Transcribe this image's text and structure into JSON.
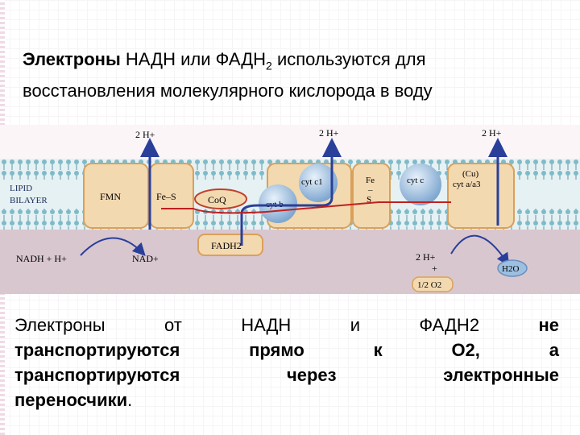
{
  "heading": {
    "bold": "Электроны",
    "line1_rest": "НАДН или ФАДН",
    "sub2": "2",
    "line1_end": "используются для",
    "line2": "восстановления молекулярного кислорода в воду"
  },
  "diagram": {
    "lipid_label_1": "LIPID",
    "lipid_label_2": "BILAYER",
    "fmn": "FMN",
    "fes_1": "Fe–S",
    "coq": "CoQ",
    "cytb": "cyt b",
    "cytc1": "cyt c1",
    "fes_2a": "Fe",
    "fes_2b": "–",
    "fes_2c": "S",
    "cytc": "cyt c",
    "cu": "(Cu)",
    "cytaa3": "cyt a/a3",
    "fadh2": "FADH2",
    "proton_top_1": "2 H+",
    "proton_top_2": "2 H+",
    "proton_top_3": "2 H+",
    "nadh": "NADH + H+",
    "nad": "NAD+",
    "h_bottom": "2 H+",
    "plus": "+",
    "o2": "1/2 O2",
    "h2o": "H2O",
    "colors": {
      "membrane": "#cfe4e8",
      "protein": "#f3d9b0",
      "protein_border": "#d9a05b",
      "sphere": "#9dbfe0",
      "matrix": "#d6c3cc",
      "arrow": "#2a3f9a",
      "red_arrow": "#c02020"
    }
  },
  "bottom": {
    "row1": [
      "Электроны",
      "от",
      "НАДН",
      "и",
      "ФАДН2",
      "не"
    ],
    "row2": [
      "транспортируются",
      "прямо",
      "к",
      "О2,",
      "а"
    ],
    "row3": [
      "транспортируются",
      "через",
      "электронные"
    ],
    "row4": "переносчики",
    "row4_end": "."
  }
}
